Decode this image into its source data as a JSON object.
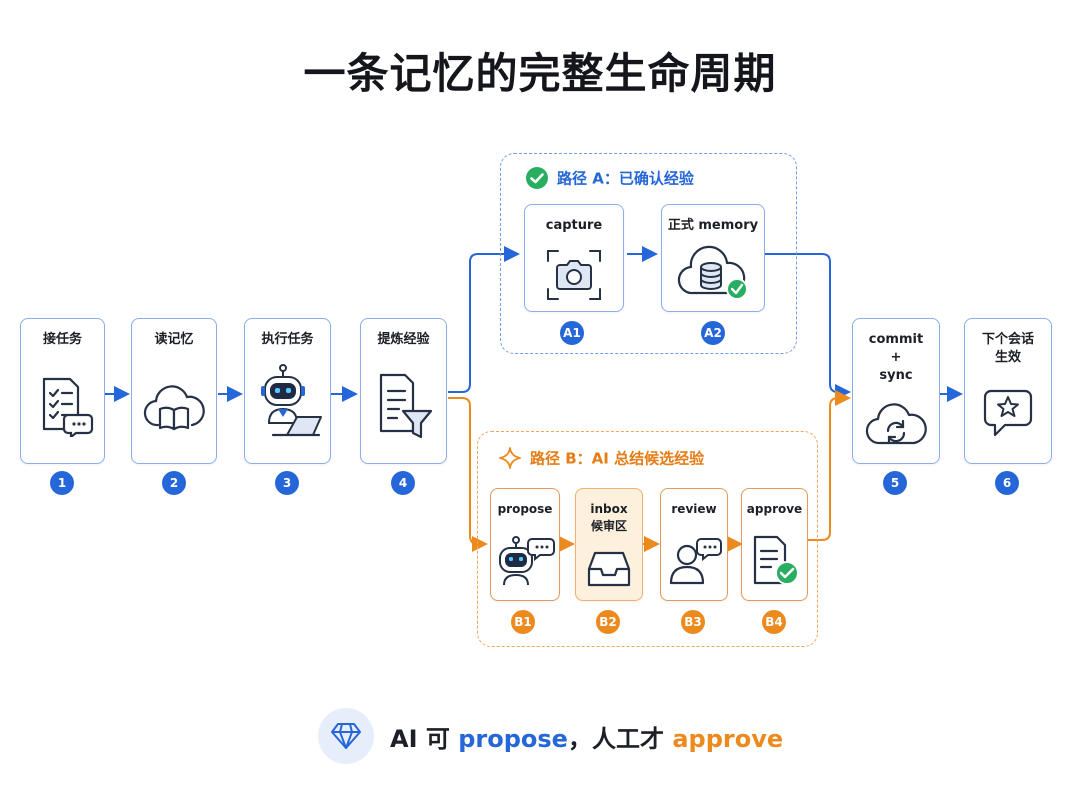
{
  "title": "一条记忆的完整生命周期",
  "steps": [
    {
      "label": "接任务",
      "badge": "1",
      "icon": "task-list-icon"
    },
    {
      "label": "读记忆",
      "badge": "2",
      "icon": "cloud-book-icon"
    },
    {
      "label": "执行任务",
      "badge": "3",
      "icon": "robot-laptop-icon"
    },
    {
      "label": "提炼经验",
      "badge": "4",
      "icon": "document-filter-icon"
    },
    {
      "label": "commit\n+\nsync",
      "badge": "5",
      "icon": "cloud-sync-icon"
    },
    {
      "label": "下个会话\n生效",
      "badge": "6",
      "icon": "chat-star-icon"
    }
  ],
  "path_a": {
    "title": "路径 A：已确认经验",
    "icon": "check-circle-icon",
    "color": "#2566d8",
    "cards": [
      {
        "label": "capture",
        "badge": "A1",
        "icon": "camera-icon"
      },
      {
        "label": "正式 memory",
        "badge": "A2",
        "icon": "cloud-database-icon"
      }
    ]
  },
  "path_b": {
    "title": "路径 B：AI 总结候选经验",
    "icon": "sparkle-icon",
    "color": "#ec8a1d",
    "cards": [
      {
        "label": "propose",
        "badge": "B1",
        "icon": "robot-chat-icon"
      },
      {
        "label": "inbox\n候审区",
        "badge": "B2",
        "icon": "inbox-tray-icon"
      },
      {
        "label": "review",
        "badge": "B3",
        "icon": "person-chat-icon"
      },
      {
        "label": "approve",
        "badge": "B4",
        "icon": "document-check-icon"
      }
    ]
  },
  "footer": {
    "icon": "diamond-icon",
    "part1": "AI 可 ",
    "part2": "propose",
    "part3": "，人工才 ",
    "part4": "approve"
  }
}
